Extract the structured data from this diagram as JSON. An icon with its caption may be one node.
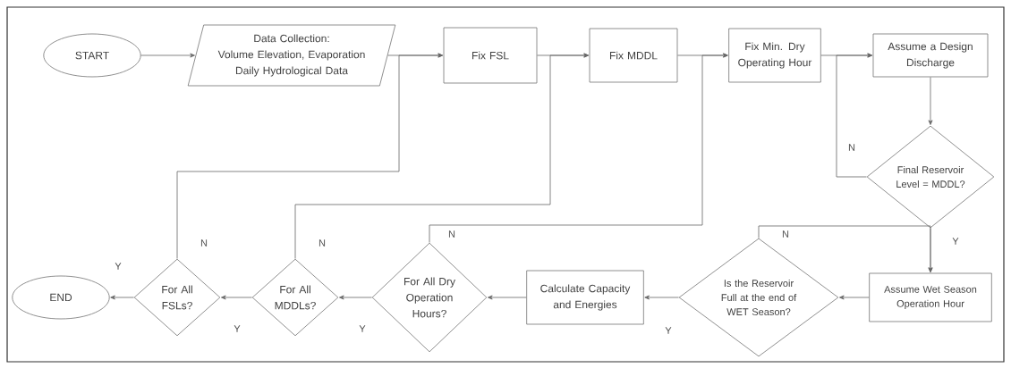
{
  "diagram": {
    "nodes": [
      {
        "text": [
          "START"
        ]
      },
      {
        "text": [
          "Data Collection:",
          "Volume Elevation, Evaporation Daily Hydrological Data"
        ]
      },
      {
        "text": [
          "Fix FSL"
        ]
      },
      {
        "text": [
          "Fix MDDL"
        ]
      },
      {
        "text": [
          "Fix Min. Dry Operating Hour"
        ]
      },
      {
        "text": [
          "Assume a Design Discharge"
        ]
      },
      {
        "text": [
          "Final Reservoir Level = MDDL?"
        ]
      },
      {
        "text": [
          "Assume Wet Season Operation Hour"
        ]
      },
      {
        "text": [
          "Is the Reservoir Full at the end of WET Season?"
        ]
      },
      {
        "text": [
          "Calculate Capacity and Energies"
        ]
      },
      {
        "text": [
          "For All Dry Operation Hours?"
        ]
      },
      {
        "text": [
          "For All MDDLs?"
        ]
      },
      {
        "text": [
          "For All FSLs?"
        ]
      },
      {
        "text": [
          "END"
        ]
      }
    ],
    "edges": [
      {
        "from": 0,
        "to": 1,
        "arrow": "to"
      },
      {
        "from": 1,
        "to": 2,
        "arrow": "to"
      },
      {
        "from": 2,
        "to": 3,
        "arrow": "to"
      },
      {
        "from": 3,
        "to": 4,
        "arrow": "to"
      },
      {
        "from": 4,
        "to": 5,
        "arrow": "to"
      },
      {
        "from": 5,
        "to": 6,
        "arrow": "to"
      },
      {
        "from": 6,
        "to": 5,
        "arrow": "to",
        "label": "N"
      },
      {
        "from": 6,
        "to": 7,
        "arrow": "to",
        "label": "Y"
      },
      {
        "from": 7,
        "to": 8,
        "arrow": "to"
      },
      {
        "from": 8,
        "to": 7,
        "arrow": "to",
        "label": "N"
      },
      {
        "from": 8,
        "to": 9,
        "arrow": "to",
        "label": "Y"
      },
      {
        "from": 9,
        "to": 10,
        "arrow": "to"
      },
      {
        "from": 10,
        "to": 11,
        "arrow": "to",
        "label": "Y"
      },
      {
        "from": 10,
        "to": 4,
        "arrow": "to",
        "label": "N"
      },
      {
        "from": 11,
        "to": 12,
        "arrow": "to",
        "label": "Y"
      },
      {
        "from": 11,
        "to": 3,
        "arrow": "to",
        "label": "N"
      },
      {
        "from": 12,
        "to": 13,
        "arrow": "to",
        "label": "Y"
      },
      {
        "from": 12,
        "to": 2,
        "arrow": "to",
        "label": "N"
      }
    ]
  }
}
